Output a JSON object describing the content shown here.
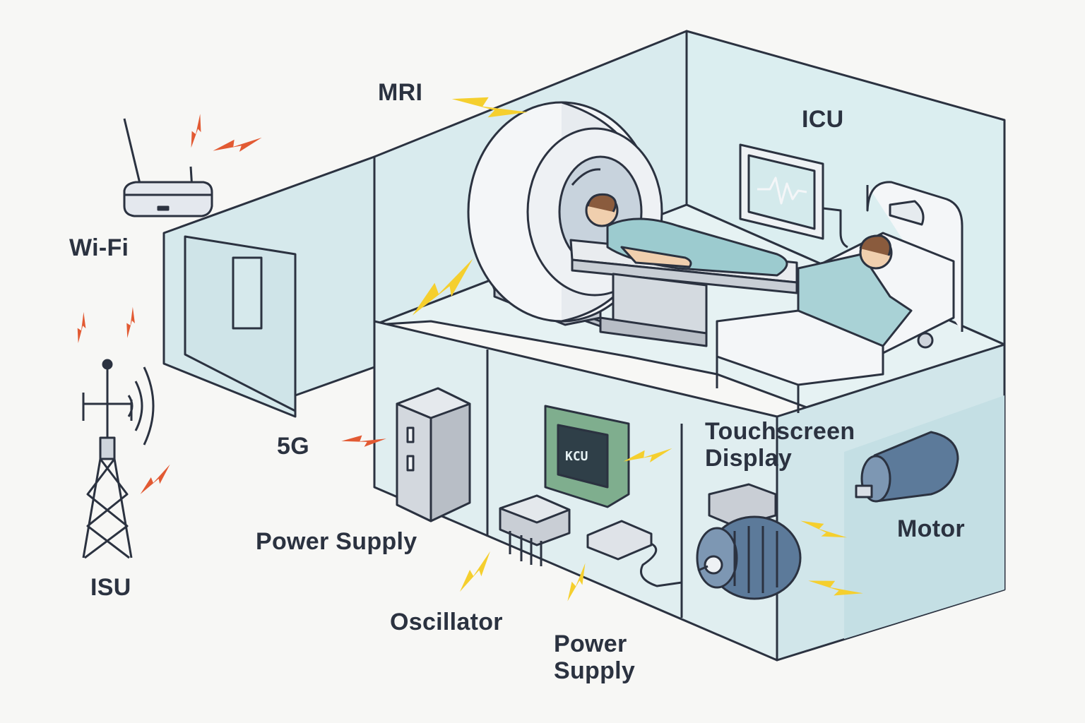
{
  "labels": {
    "wifi": "Wi-Fi",
    "mri": "MRI",
    "icu": "ICU",
    "isu": "ISU",
    "fiveg": "5G",
    "power_supply_left": "Power Supply",
    "touchscreen": "Touchscreen\nDisplay",
    "motor": "Motor",
    "oscillator": "Oscillator",
    "power_supply_bottom": "Power\nSupply",
    "chip": "KCU"
  },
  "colors": {
    "line": "#2b3240",
    "wall": "#d9ebee",
    "wall_dark": "#c4dfe4",
    "floor": "#e6f2f3",
    "device_grey": "#cdd2d8",
    "bolt_red": "#e25a33",
    "bolt_yellow": "#f5cf2e",
    "teal": "#8fc3c9",
    "motor_blue": "#5c7a9a",
    "chip_green": "#7fae8e"
  }
}
